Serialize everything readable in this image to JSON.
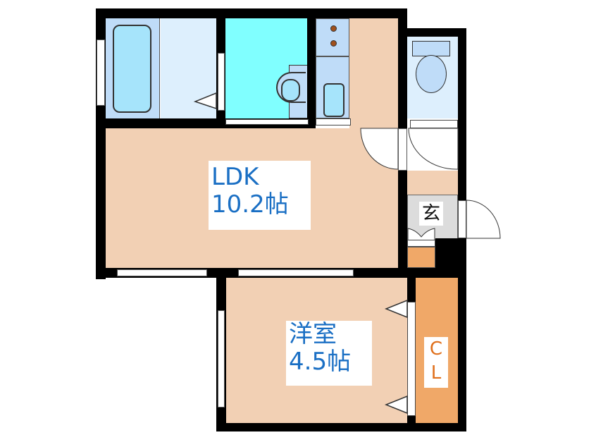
{
  "rooms": {
    "ldk": {
      "name": "LDK",
      "size": "10.2帖"
    },
    "western": {
      "name": "洋室",
      "size": "4.5帖"
    },
    "closet": {
      "line1": "C",
      "line2": "L"
    },
    "entrance": {
      "name": "玄"
    }
  },
  "colors": {
    "wall": "#000000",
    "floor": "#f2d0b4",
    "bath": "#bfdcf8",
    "washroom": "#80ffff",
    "closet": "#f0a868",
    "entrance": "#dcdcdc",
    "label_text": "#1a6fc4",
    "closet_text": "#e0701c"
  }
}
